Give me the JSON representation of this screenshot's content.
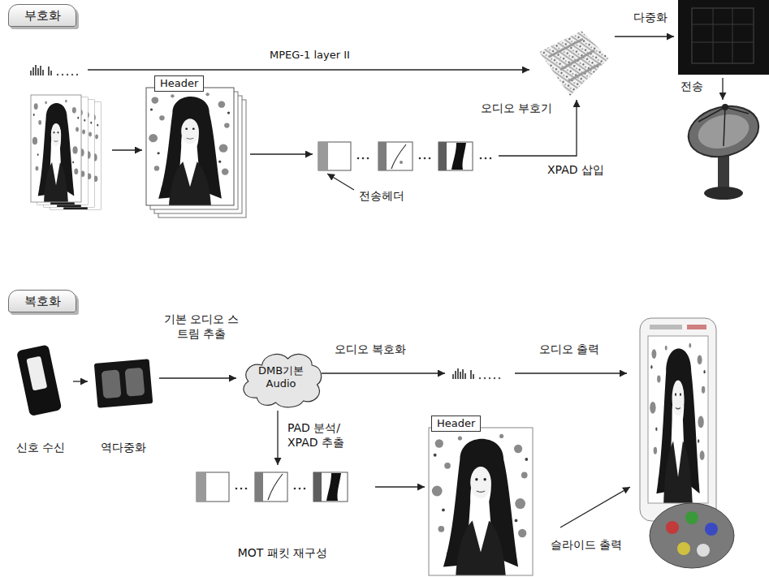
{
  "diagram": {
    "nodes": [
      {
        "text": [
          "부호화"
        ]
      },
      {
        "text": [
          "Header"
        ]
      },
      {
        "text": [
          "오디오 부호기"
        ]
      },
      {
        "text": [
          "복호화"
        ]
      },
      {
        "text": [
          "신호 수신"
        ]
      },
      {
        "text": [
          "역다중화"
        ]
      },
      {
        "text": [
          "DMB기본 Audio"
        ]
      },
      {
        "text": [
          "MOT 패킷 재구성"
        ]
      },
      {
        "text": [
          "Header"
        ]
      }
    ],
    "edges": [
      {
        "from": 4,
        "to": 5,
        "arrow": "to"
      },
      {
        "from": 5,
        "to": 6,
        "arrow": "to",
        "label": "기본 오디오 스트림 추출"
      },
      {
        "from": 6,
        "to": 7,
        "arrow": "to",
        "label": "PAD 분석/ XPAD 추출"
      },
      {
        "from": 7,
        "to": 8,
        "arrow": "to"
      }
    ],
    "labels": [
      "MPEG-1 layer II",
      "다중화",
      "전송",
      "XPAD 삽입",
      "전송헤더",
      "오디오 복호화",
      "오디오 출력",
      "슬라이드 출력"
    ]
  }
}
